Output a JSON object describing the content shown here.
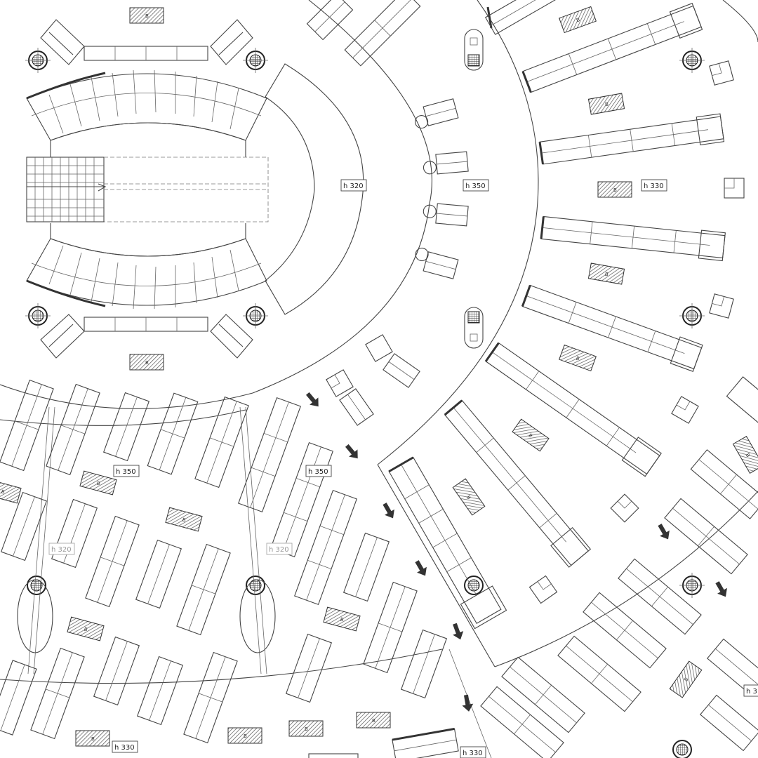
{
  "plan": {
    "height_labels": [
      {
        "id": "h320-center",
        "text": "h 320"
      },
      {
        "id": "h350-upper",
        "text": "h 350"
      },
      {
        "id": "h330-right",
        "text": "h 330"
      },
      {
        "id": "h350-left",
        "text": "h 350"
      },
      {
        "id": "h350-mid",
        "text": "h 350"
      },
      {
        "id": "h320-left-faint",
        "text": "h 320"
      },
      {
        "id": "h320-mid-faint",
        "text": "h 320"
      },
      {
        "id": "h330-bottom-left",
        "text": "h 330"
      },
      {
        "id": "h330-bottom-center",
        "text": "h 330"
      },
      {
        "id": "h3-edge",
        "text": "h 3"
      }
    ],
    "bin_marker_letter": "B",
    "colors": {
      "line": "#444444",
      "background": "#ffffff",
      "hatch": "#555555"
    }
  }
}
